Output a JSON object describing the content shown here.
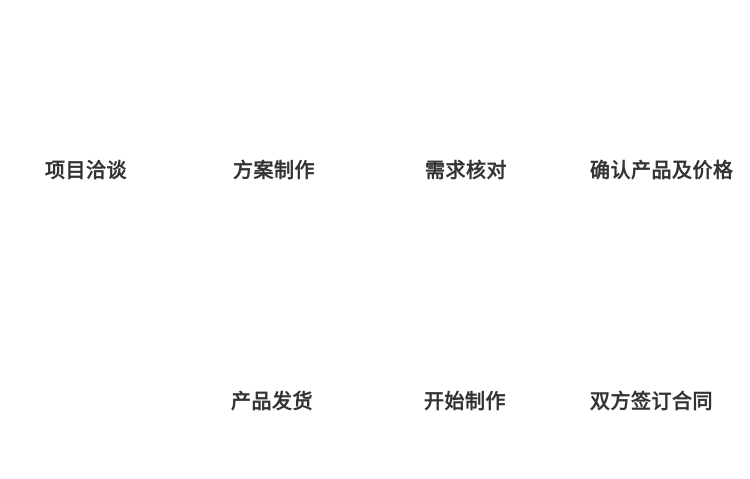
{
  "diagram": {
    "kind": "process-flow",
    "background_color": "#ffffff",
    "text_color": "#333333",
    "steps": [
      {
        "label": "项目洽谈"
      },
      {
        "label": "方案制作"
      },
      {
        "label": "需求核对"
      },
      {
        "label": "确认产品及价格"
      },
      {
        "label": "双方签订合同"
      },
      {
        "label": "开始制作"
      },
      {
        "label": "产品发货"
      }
    ]
  }
}
